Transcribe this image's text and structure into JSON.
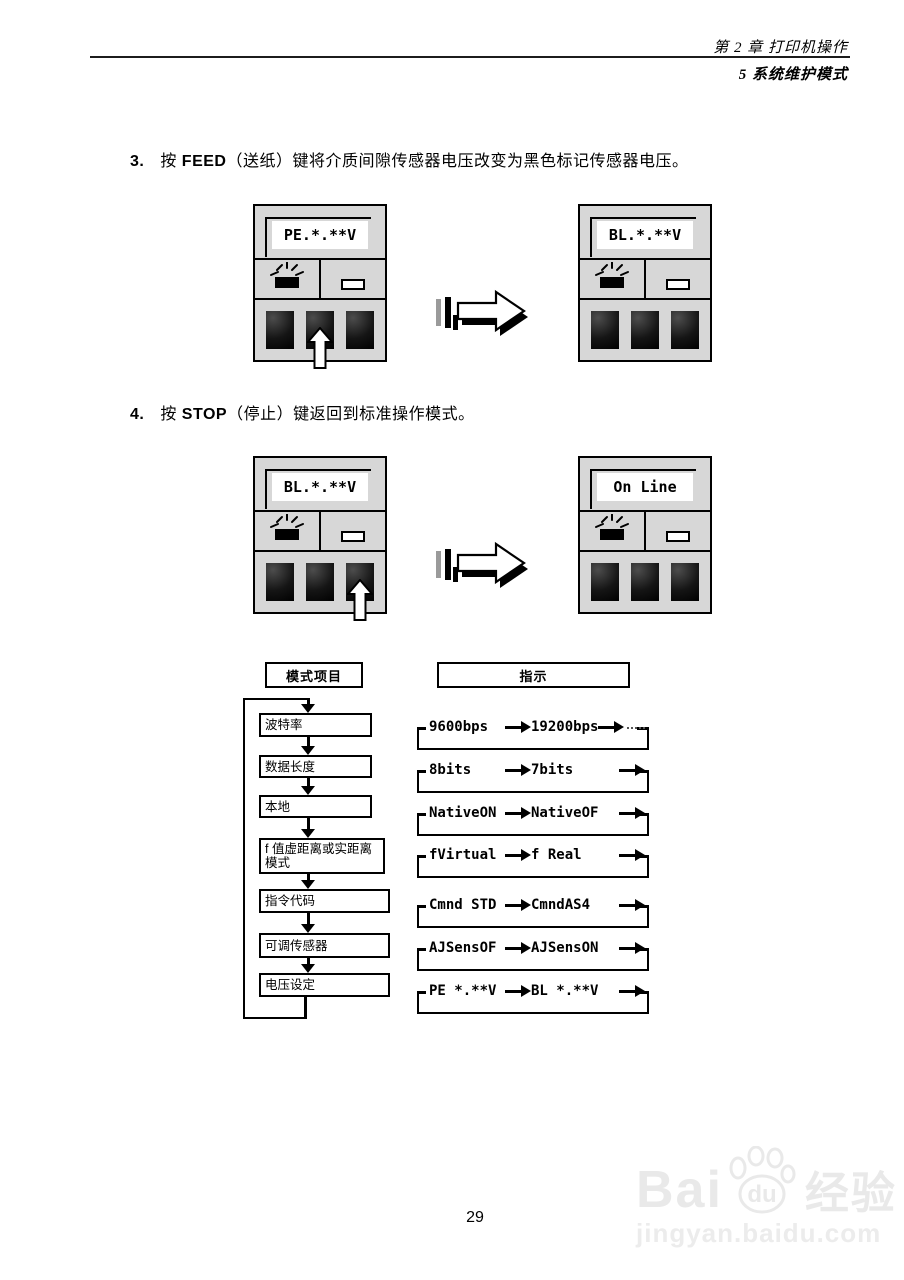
{
  "header": {
    "chapter": "第 2 章 打印机操作",
    "section": "5 系统维护模式"
  },
  "steps": [
    {
      "number": "3.",
      "prefix": "按 ",
      "key": "FEED",
      "rest": "（送纸）键将介质间隙传感器电压改变为黑色标记传感器电压。"
    },
    {
      "number": "4.",
      "prefix": "按 ",
      "key": "STOP",
      "rest": "（停止）键返回到标准操作模式。"
    }
  ],
  "panels": [
    {
      "display": "PE.*.**V",
      "arrow_button": "middle"
    },
    {
      "display": "BL.*.**V",
      "arrow_button": null
    },
    {
      "display": "BL.*.**V",
      "arrow_button": "right"
    },
    {
      "display": "On Line",
      "arrow_button": null
    }
  ],
  "flowchart": {
    "mode_header": "模式项目",
    "indicator_header": "指示",
    "items": [
      {
        "mode": "波特率",
        "options": [
          "9600bps",
          "19200bps"
        ],
        "continues": true
      },
      {
        "mode": "数据长度",
        "options": [
          "8bits",
          "7bits"
        ],
        "continues": false
      },
      {
        "mode": "本地",
        "options": [
          "NativeON",
          "NativeOF"
        ],
        "continues": false
      },
      {
        "mode": "f 值虚距离或实距离模式",
        "options": [
          "fVirtual",
          "f Real"
        ],
        "continues": false
      },
      {
        "mode": "指令代码",
        "options": [
          "Cmnd STD",
          "CmndAS4"
        ],
        "continues": false
      },
      {
        "mode": "可调传感器",
        "options": [
          "AJSensOF",
          "AJSensON"
        ],
        "continues": false
      },
      {
        "mode": "电压设定",
        "options": [
          "PE *.**V",
          "BL *.**V"
        ],
        "continues": false
      }
    ]
  },
  "page_number": "29",
  "watermark": {
    "brand": "Bai",
    "paw_text": "du",
    "brand_suffix": "经验",
    "url": "jingyan.baidu.com"
  }
}
